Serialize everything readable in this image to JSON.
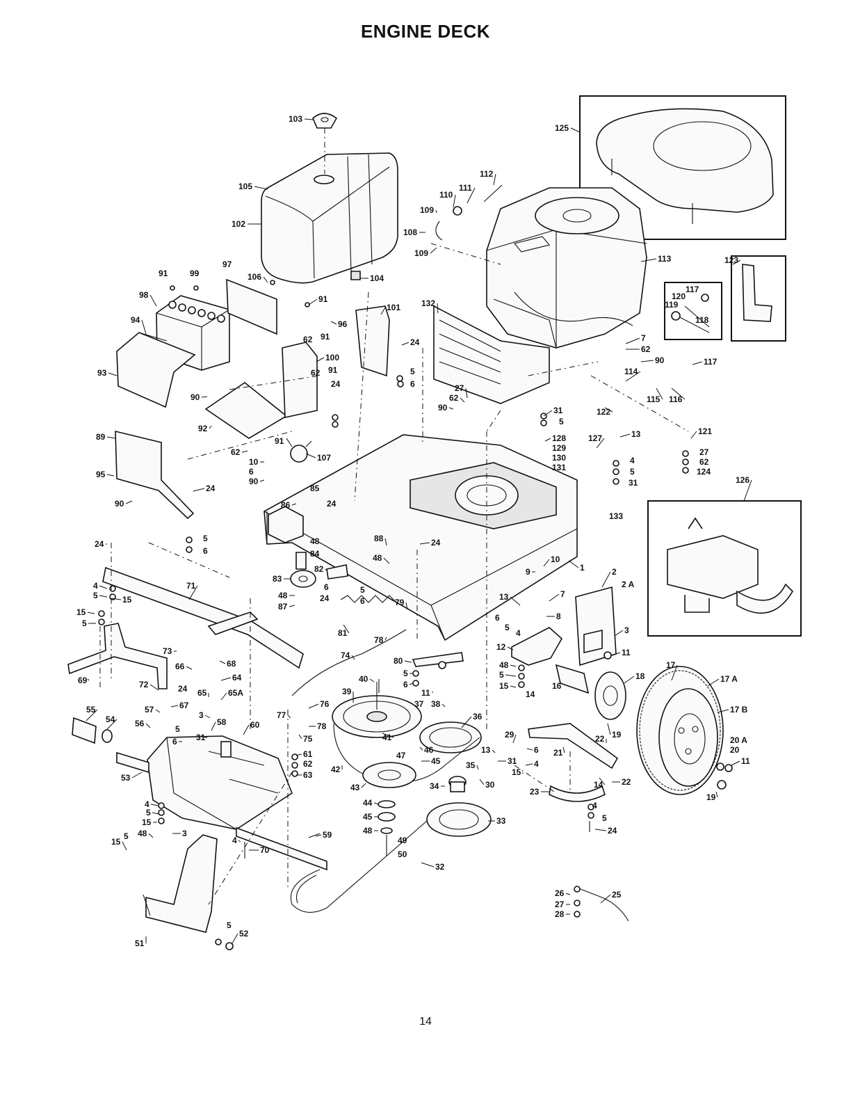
{
  "title": "ENGINE DECK",
  "page_number": "14",
  "callouts": [
    "1",
    "2",
    "2 A",
    "3",
    "4",
    "5",
    "6",
    "7",
    "8",
    "9",
    "10",
    "11",
    "12",
    "13",
    "14",
    "15",
    "16",
    "17",
    "17 A",
    "17 B",
    "18",
    "19",
    "20",
    "20 A",
    "21",
    "22",
    "23",
    "24",
    "25",
    "26",
    "27",
    "28",
    "29",
    "30",
    "31",
    "32",
    "33",
    "34",
    "35",
    "36",
    "37",
    "38",
    "39",
    "40",
    "41",
    "42",
    "43",
    "44",
    "45",
    "46",
    "47",
    "48",
    "49",
    "50",
    "51",
    "52",
    "53",
    "54",
    "55",
    "56",
    "57",
    "58",
    "59",
    "60",
    "61",
    "62",
    "63",
    "64",
    "65",
    "65A",
    "66",
    "67",
    "68",
    "69",
    "70",
    "71",
    "72",
    "73",
    "74",
    "75",
    "76",
    "77",
    "78",
    "79",
    "80",
    "81",
    "82",
    "83",
    "84",
    "85",
    "86",
    "87",
    "88",
    "89",
    "90",
    "91",
    "92",
    "93",
    "94",
    "95",
    "96",
    "97",
    "98",
    "99",
    "100",
    "101",
    "102",
    "103",
    "104",
    "105",
    "106",
    "107",
    "108",
    "109",
    "110",
    "111",
    "112",
    "113",
    "114",
    "115",
    "116",
    "117",
    "118",
    "119",
    "120",
    "121",
    "122",
    "123",
    "124",
    "125",
    "126",
    "127",
    "128",
    "129",
    "130",
    "131",
    "132",
    "133"
  ]
}
